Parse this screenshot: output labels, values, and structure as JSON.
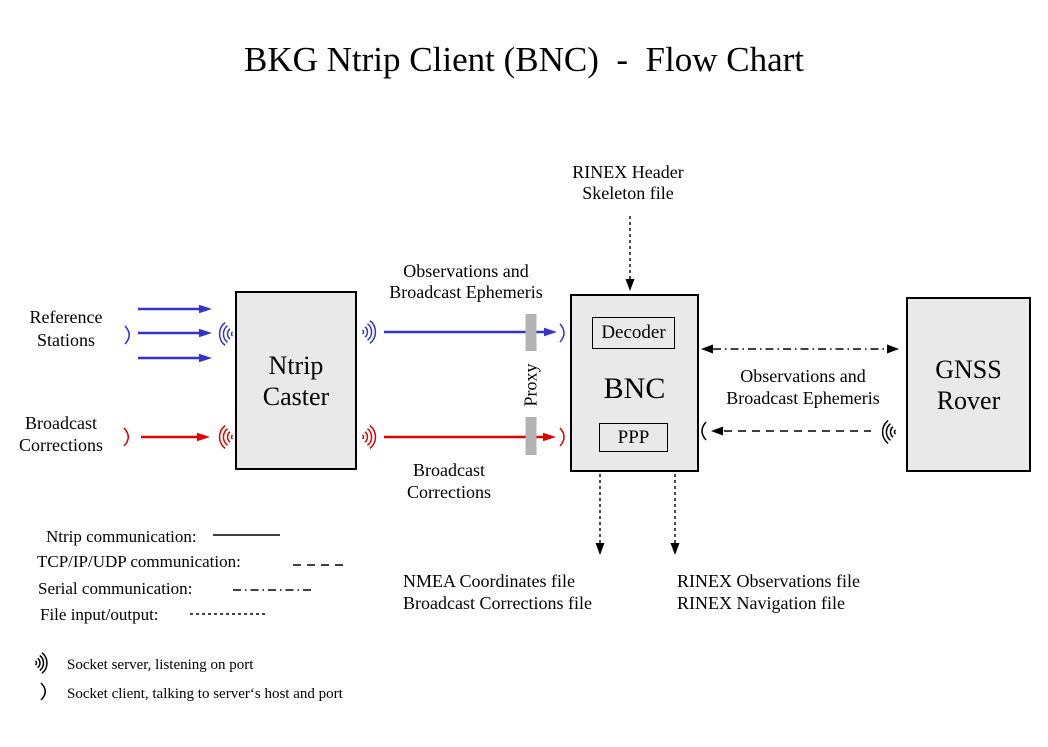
{
  "title": "BKG Ntrip Client (BNC)  -  Flow Chart",
  "colors": {
    "blue": "#3333cc",
    "red": "#e00000",
    "box_fill": "#e9e9e9",
    "proxy_gray": "#b3b3b3"
  },
  "nodes": {
    "ntrip_caster": "Ntrip\nCaster",
    "bnc": "BNC",
    "decoder": "Decoder",
    "ppp": "PPP",
    "gnss_rover": "GNSS\nRover"
  },
  "labels": {
    "reference_stations": "Reference\nStations",
    "broadcast_corrections_input": "Broadcast\nCorrections",
    "observations_top": "Observations and\nBroadcast Ephemeris",
    "broadcast_corrections_mid": "Broadcast\nCorrections",
    "proxy": "Proxy",
    "rinex_header": "RINEX Header\nSkeleton file",
    "observations_right": "Observations and\nBroadcast Ephemeris",
    "nmea_output": "NMEA Coordinates file\nBroadcast Corrections file",
    "rinex_output": "RINEX Observations file\nRINEX Navigation file"
  },
  "legend": {
    "ntrip": "Ntrip communication:",
    "tcp": "TCP/IP/UDP communication:",
    "serial": "Serial communication:",
    "file": "File input/output:",
    "socket_server": "Socket server, listening on port",
    "socket_client": "Socket client, talking to server‘s host and port"
  }
}
